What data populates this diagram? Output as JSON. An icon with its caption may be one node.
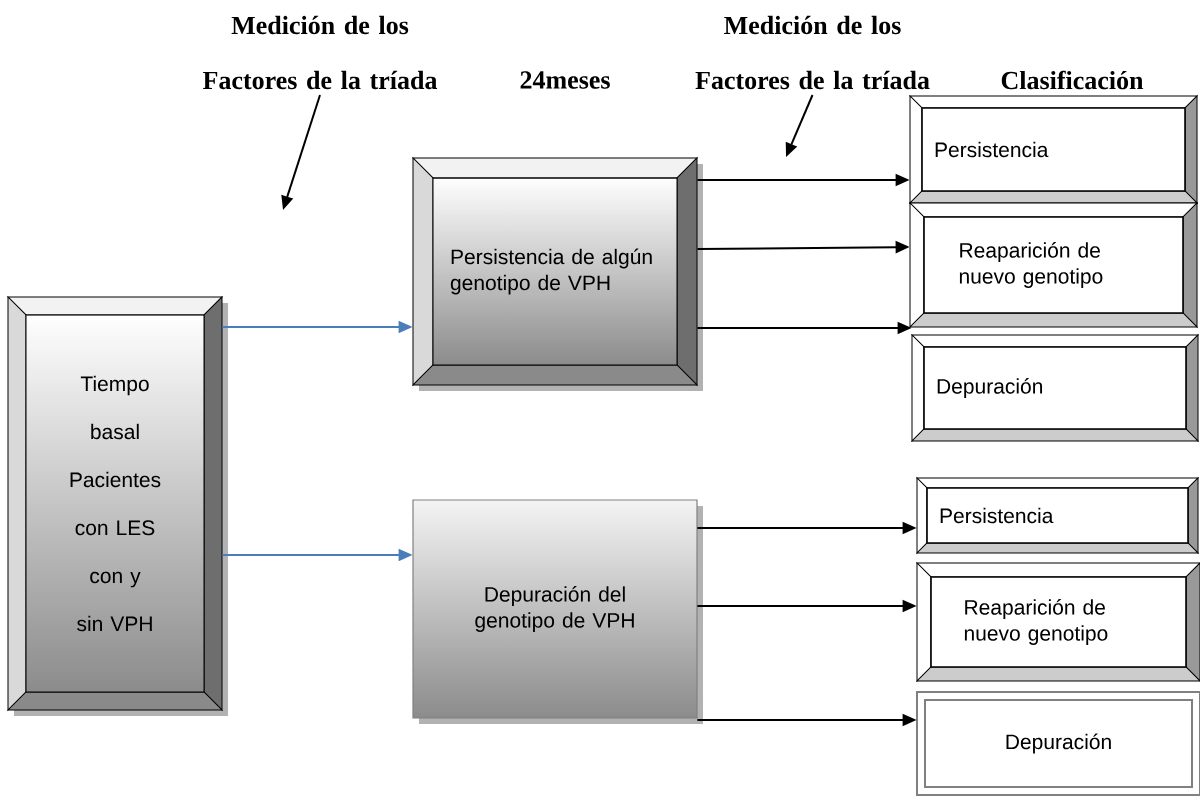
{
  "diagram": {
    "nodes": [
      {
        "text": [
          "Medición de los Factores de la tríada"
        ]
      },
      {
        "text": [
          "Medición de los Factores de la tríada"
        ]
      },
      {
        "text": [
          "Tiempo basal Pacientes con LES con y sin VPH"
        ]
      },
      {
        "text": [
          "Persistencia de algún genotipo de VPH"
        ]
      },
      {
        "text": [
          "Depuración del genotipo de VPH"
        ]
      },
      {
        "text": [
          "Persistencia"
        ]
      },
      {
        "text": [
          "Reaparición de nuevo genotipo"
        ]
      },
      {
        "text": [
          "Depuración"
        ]
      },
      {
        "text": [
          "Persistencia"
        ]
      },
      {
        "text": [
          "Reaparición de nuevo genotipo"
        ]
      },
      {
        "text": [
          "Depuración"
        ]
      }
    ],
    "edges": [
      {
        "from": 0,
        "to": null,
        "arrow": "to"
      },
      {
        "from": 1,
        "to": null,
        "arrow": "to"
      },
      {
        "from": 2,
        "to": 3,
        "arrow": "to",
        "color": "#4a7ebb"
      },
      {
        "from": 2,
        "to": 4,
        "arrow": "to",
        "color": "#4a7ebb"
      },
      {
        "from": 3,
        "to": 5,
        "arrow": "to"
      },
      {
        "from": 3,
        "to": 6,
        "arrow": "to"
      },
      {
        "from": 3,
        "to": 7,
        "arrow": "to"
      },
      {
        "from": 4,
        "to": 8,
        "arrow": "to"
      },
      {
        "from": 4,
        "to": 9,
        "arrow": "to"
      },
      {
        "from": 4,
        "to": 10,
        "arrow": "to"
      }
    ],
    "labels": [
      "24meses",
      "Clasificación"
    ]
  }
}
